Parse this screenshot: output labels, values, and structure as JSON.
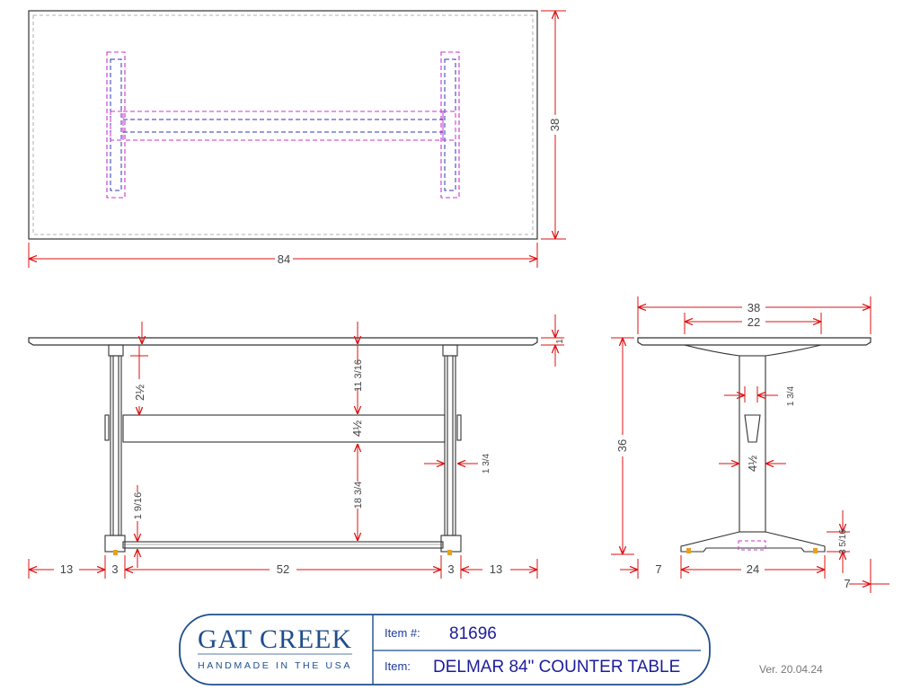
{
  "colors": {
    "outline": "#333333",
    "dimension": "#dd1111",
    "hidden_magenta": "#cc33cc",
    "hidden_blue": "#3333bb",
    "glide": "#e8a020",
    "titleblock": "#1f4e8c"
  },
  "top_view": {
    "length": "84",
    "width": "38"
  },
  "front_view": {
    "top_thickness": "1",
    "post_offset": "2½",
    "stretcher_gap": "11 3/16",
    "stretcher_height": "4½",
    "lower_gap": "18 3/4",
    "foot_height": "1 9/16",
    "post_thickness": "1 3/4",
    "overhang_left": "13",
    "foot_left": "3",
    "span": "52",
    "foot_right": "3",
    "overhang_right": "13"
  },
  "side_view": {
    "top_width": "38",
    "corbel_width": "22",
    "height": "36",
    "post_thickness": "1 3/4",
    "post_width": "4½",
    "foot_height": "3 5/16",
    "foot_inset_left": "7",
    "foot_length": "24",
    "foot_inset_right": "7"
  },
  "title_block": {
    "logo_main": "GAT CREEK",
    "logo_sub": "HANDMADE IN THE USA",
    "item_no_label": "Item #:",
    "item_no_value": "81696",
    "item_label": "Item:",
    "item_value": "DELMAR 84\" COUNTER TABLE",
    "version": "Ver. 20.04.24"
  }
}
